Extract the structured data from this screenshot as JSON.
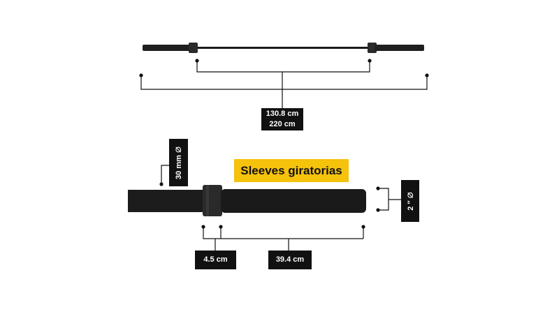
{
  "top_bar": {
    "length_inner": "130.8 cm",
    "length_total": "220 cm"
  },
  "detail": {
    "title": "Sleeves giratorias",
    "shaft_diameter": "30 mm",
    "sleeve_diameter": "2 ″",
    "diameter_symbol": "⌀",
    "collar_width": "4.5 cm",
    "sleeve_length": "39.4 cm"
  },
  "colors": {
    "bar": "#1a1a1a",
    "label_background": "#111111",
    "label_text": "#ffffff",
    "title_background": "#f5c20c"
  }
}
